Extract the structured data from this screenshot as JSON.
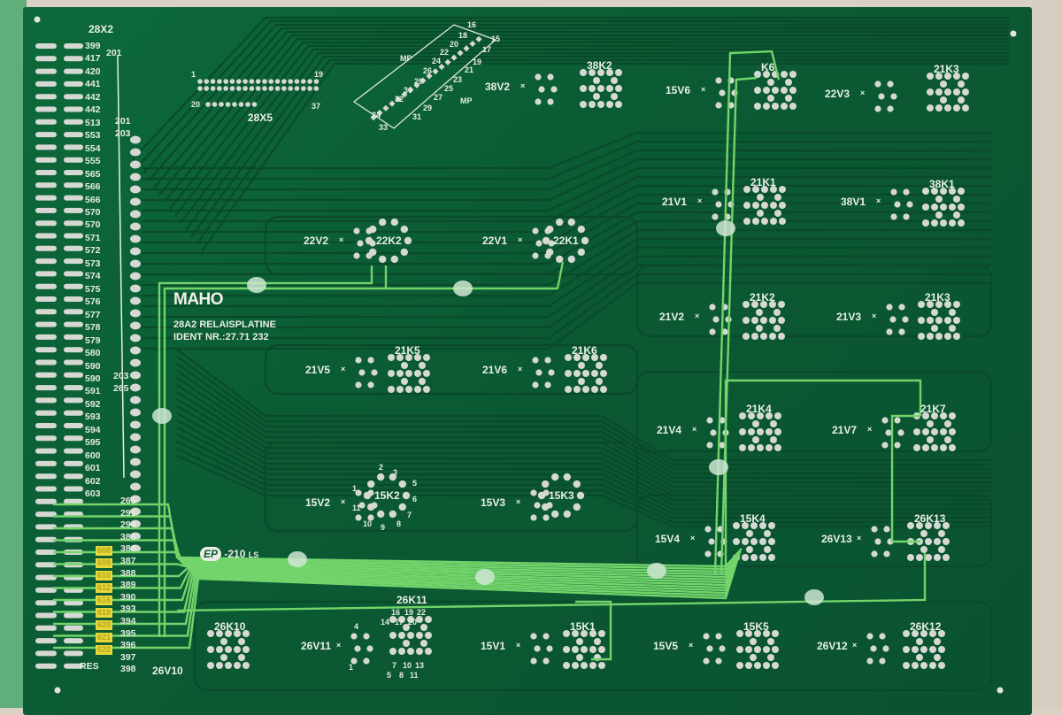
{
  "board": {
    "edge_connector": "28X2",
    "ribbon_connector": "28X5",
    "brand": "MAHO",
    "title": "28A2 RELAISPLATINE",
    "ident": "IDENT NR.:27.71 232",
    "maker_logo": "EP",
    "maker_code": "-210",
    "maker_suffix": "LS",
    "res_label": "RES"
  },
  "left_pins": [
    "399",
    "417",
    "420",
    "441",
    "442",
    "442",
    "513",
    "553",
    "554",
    "555",
    "565",
    "566",
    "566",
    "570",
    "570",
    "571",
    "572",
    "573",
    "574",
    "575",
    "576",
    "577",
    "578",
    "579",
    "580",
    "590",
    "590",
    "591",
    "592",
    "593",
    "594",
    "595",
    "600",
    "601",
    "602",
    "603"
  ],
  "yellow_pins": [
    "608",
    "609",
    "610",
    "612",
    "616",
    "619",
    "620",
    "621",
    "622"
  ],
  "inner_pins_top": [
    "201",
    "201",
    "203"
  ],
  "inner_pins_mid": [
    "203",
    "265"
  ],
  "inner_pins_bottom": [
    "265",
    "291",
    "294",
    "385",
    "386",
    "387",
    "388",
    "389",
    "390",
    "393",
    "394",
    "395",
    "396",
    "397",
    "398"
  ],
  "ribbon_pins": [
    "1",
    "19",
    "20",
    "37"
  ],
  "dsub_pins": [
    "16",
    "15",
    "18",
    "17",
    "20",
    "19",
    "22",
    "21",
    "24",
    "23",
    "26",
    "25",
    "28",
    "27",
    "30",
    "29",
    "32",
    "31",
    "34",
    "33",
    "MP",
    "MP"
  ],
  "relays": [
    "38K2",
    "K6",
    "21K3",
    "21K1",
    "38K1",
    "22K2",
    "22K1",
    "21K2",
    "21K3",
    "21K5",
    "21K6",
    "21K4",
    "21K7",
    "15K2",
    "15K3",
    "15K4",
    "26K13",
    "26K10",
    "26K11",
    "15K1",
    "15K5",
    "26K12"
  ],
  "diodes": [
    "38V2",
    "15V6",
    "22V3",
    "21V1",
    "38V1",
    "22V2",
    "22V1",
    "21V2",
    "21V3",
    "21V5",
    "21V6",
    "21V4",
    "21V7",
    "15V2",
    "15V3",
    "15V4",
    "26V13",
    "26V11",
    "15V1",
    "15V5",
    "26V12",
    "26V10"
  ],
  "relay_15K2_pins": [
    "1",
    "2",
    "3",
    "5",
    "6",
    "7",
    "8",
    "9",
    "10",
    "11"
  ],
  "relay_26K11_pins": [
    "16",
    "19",
    "22",
    "14",
    "17",
    "20",
    "7",
    "10",
    "13",
    "5",
    "8",
    "11"
  ],
  "diode_26V11_pins": [
    "4",
    "1"
  ],
  "colors": {
    "board": "#0b5a33",
    "trace": "#0a4a2a",
    "jumper_wire": "#6fd06a",
    "silkscreen": "#e9efe6",
    "pad": "#d9dcd6",
    "label_yellow": "#e8d83a"
  }
}
